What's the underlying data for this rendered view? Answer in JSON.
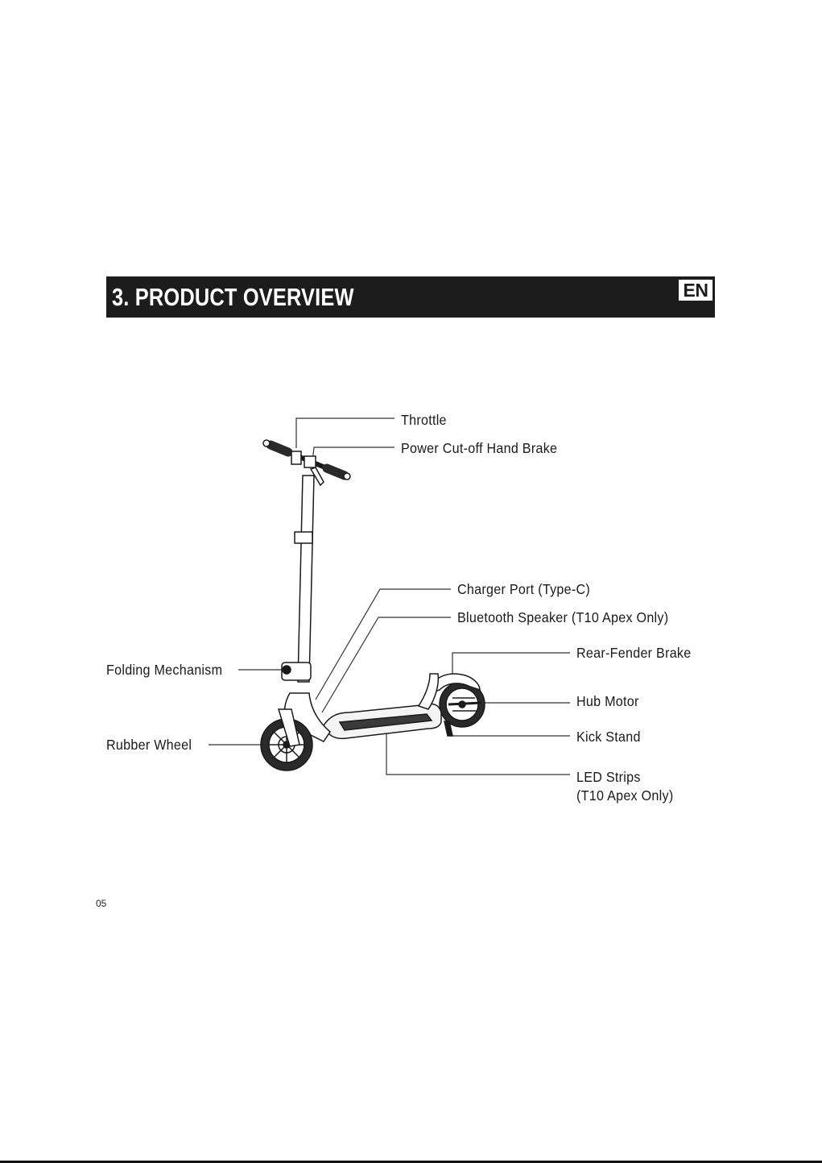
{
  "header": {
    "title": "3. PRODUCT OVERVIEW",
    "lang_badge": "EN"
  },
  "diagram": {
    "labels": {
      "throttle": "Throttle",
      "hand_brake": "Power Cut-off Hand Brake",
      "charger_port": "Charger Port (Type-C)",
      "bluetooth_speaker": "Bluetooth Speaker (T10 Apex Only)",
      "rear_fender_brake": "Rear-Fender Brake",
      "folding_mechanism": "Folding Mechanism",
      "hub_motor": "Hub Motor",
      "rubber_wheel": "Rubber Wheel",
      "kick_stand": "Kick Stand",
      "led_strips_line1": "LED Strips",
      "led_strips_line2": "(T10 Apex Only)"
    }
  },
  "footer": {
    "page_number": "05"
  }
}
